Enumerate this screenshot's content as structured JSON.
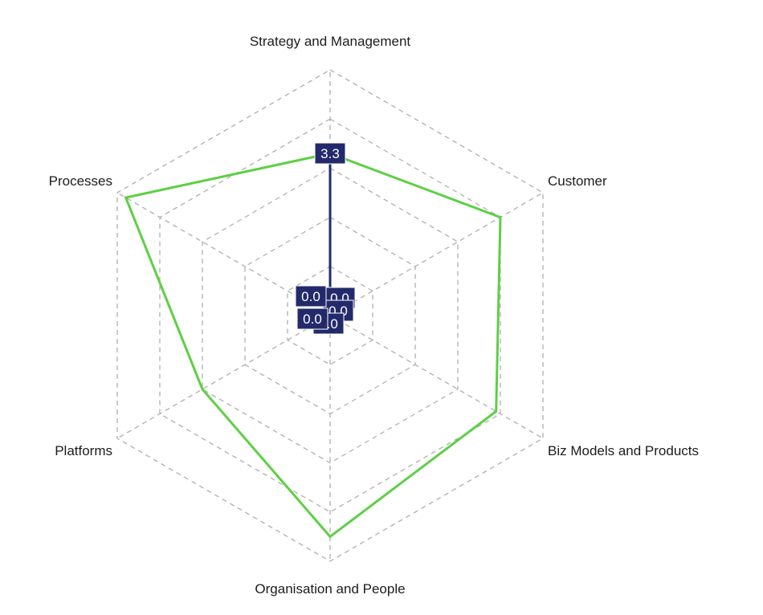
{
  "chart_data": {
    "type": "radar",
    "categories": [
      "Strategy and Management",
      "Customer",
      "Biz Models and Products",
      "Organisation and People",
      "Platforms",
      "Processes"
    ],
    "rmax": 5,
    "rings": 5,
    "grid": true,
    "series": [
      {
        "color": "#5ecf45",
        "values": [
          3.3,
          4.0,
          3.9,
          4.5,
          3.0,
          4.8
        ]
      },
      {
        "color": "#232a6b",
        "values": [
          3.3,
          0.0,
          0.0,
          0.0,
          0.0,
          0.0
        ]
      }
    ],
    "data_labels": [
      "3.3",
      "0.0",
      "0.0",
      "0.0",
      "0.0",
      "0.0"
    ]
  },
  "colors": {
    "grid": "#b5b5b5",
    "label_box": "#232a6b",
    "label_text": "#ffffff"
  }
}
